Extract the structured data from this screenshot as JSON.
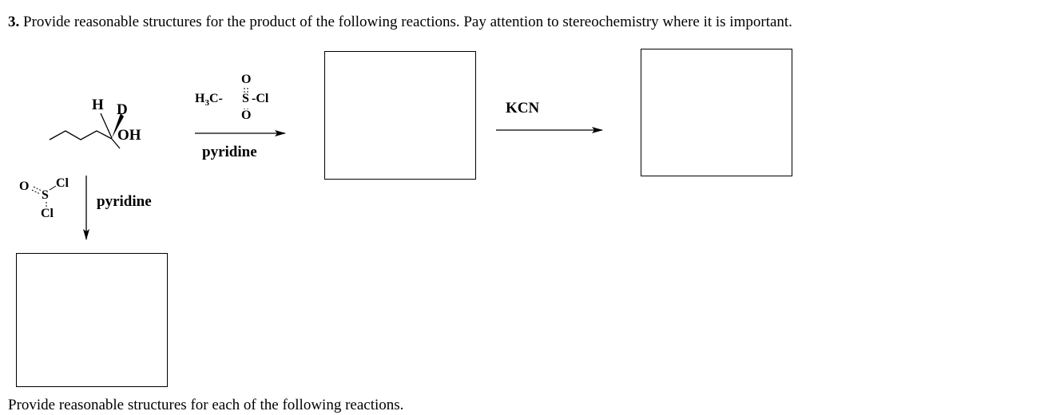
{
  "question": {
    "number": "3.",
    "text": "Provide reasonable structures for the product of the following reactions.  Pay attention to stereochemistry where it is important."
  },
  "starting_material": {
    "atom_h": "H",
    "atom_d": "D",
    "atom_oh": "OH"
  },
  "reagent_mesyl": {
    "o_top": "O",
    "h3c": "H",
    "h3c_sub": "3",
    "h3c_c": "C-",
    "s": "S",
    "cl": "-Cl",
    "o_bottom": "O",
    "base": "pyridine"
  },
  "reagent_kcn": {
    "label": "KCN"
  },
  "reagent_thionyl": {
    "o": "O",
    "s": "S",
    "cl_top": "Cl",
    "cl_bottom": "Cl",
    "base": "pyridine"
  },
  "footer": {
    "text": "Provide reasonable structures for each of the following reactions."
  }
}
